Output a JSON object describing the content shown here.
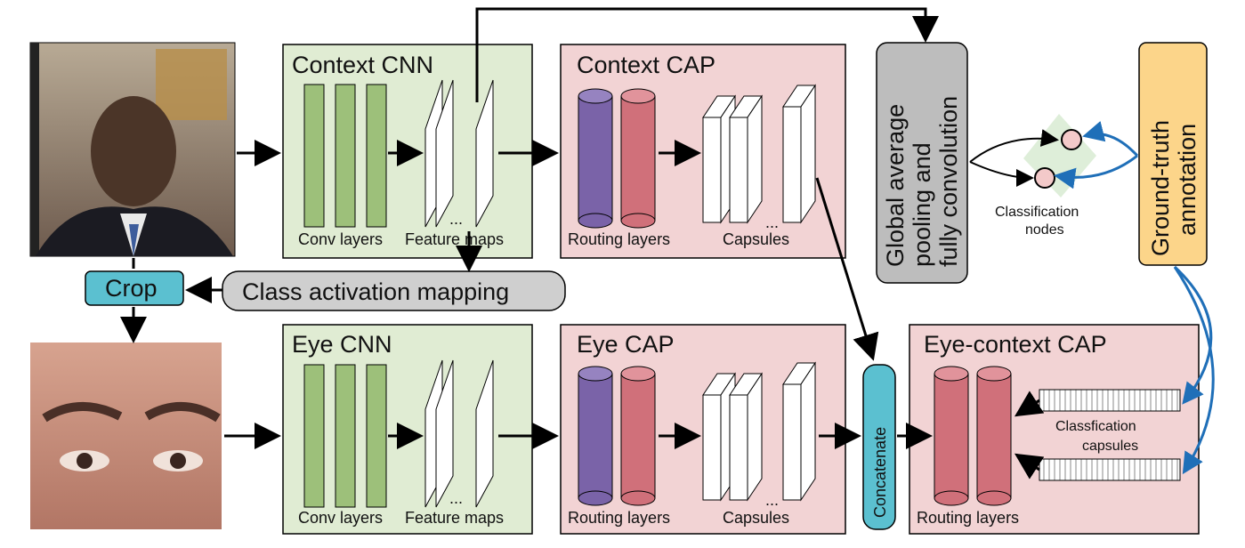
{
  "context_cnn": {
    "title": "Context CNN",
    "conv_label": "Conv layers",
    "feature_label": "Feature maps",
    "ellipsis": "..."
  },
  "context_cap": {
    "title": "Context CAP",
    "routing_label": "Routing layers",
    "capsules_label": "Capsules",
    "ellipsis": "..."
  },
  "eye_cnn": {
    "title": "Eye CNN",
    "conv_label": "Conv layers",
    "feature_label": "Feature maps",
    "ellipsis": "..."
  },
  "eye_cap": {
    "title": "Eye CAP",
    "routing_label": "Routing layers",
    "capsules_label": "Capsules",
    "ellipsis": "..."
  },
  "eye_context_cap": {
    "title": "Eye-context CAP",
    "routing_label": "Routing layers",
    "classification_capsules": [
      "Classfication",
      "capsules"
    ]
  },
  "gap_box": {
    "lines": [
      "Global average",
      "pooling and",
      "fully convolution"
    ]
  },
  "classification_nodes": {
    "lines": [
      "Classification",
      "nodes"
    ]
  },
  "ground_truth": {
    "lines": [
      "Ground-truth",
      "annotation"
    ]
  },
  "crop": {
    "label": "Crop"
  },
  "cam": {
    "label": "Class activation mapping"
  },
  "concatenate": {
    "label": "Concatenate"
  },
  "colors": {
    "cnn_fill": "#e0ecd3",
    "conv_layer": "#9dc07a",
    "cap_fill": "#f2d3d4",
    "routing_purple": "#7a63a8",
    "routing_red": "#d0707a",
    "gap_fill": "#bdbdbd",
    "ground_truth_fill": "#fcd58a",
    "cyan_fill": "#5bc0d0",
    "blue_arrow": "#1f6fb8",
    "node_fill": "#f3c9c9"
  }
}
